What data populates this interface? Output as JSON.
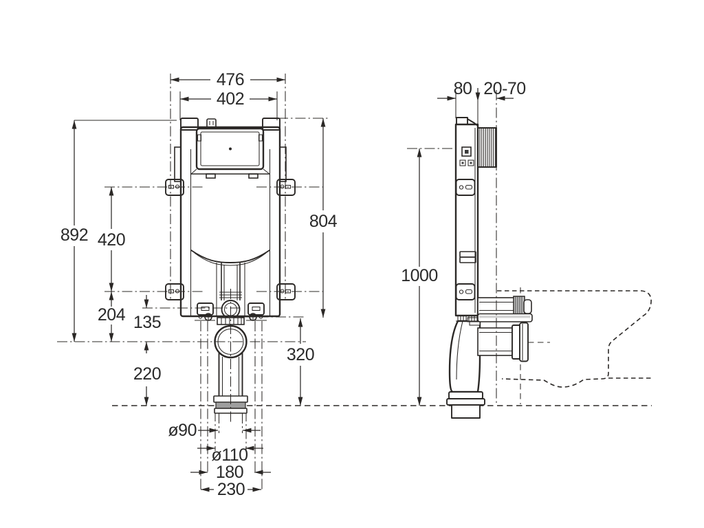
{
  "drawing": {
    "type": "concealed-cistern-installation-drawing",
    "front_view": {
      "dimensions": {
        "overall_width": "476",
        "tab_width": "402",
        "total_height": "892",
        "bracket_span": "420",
        "bracket_to_outlet": "204",
        "foot_to_outlet": "135",
        "outlet_axis_height": "220",
        "frame_height": "804",
        "bottom_clearance": "320",
        "flush_pipe_diameter": "ø90",
        "outlet_pipe_diameter": "ø110",
        "fixing_inner_width": "180",
        "fixing_outer_width": "230"
      }
    },
    "side_view": {
      "dimensions": {
        "frame_depth": "80",
        "finish_adjust_range": "20-70",
        "inlet_height": "1000"
      }
    },
    "colors": {
      "line": "#2b2826",
      "text": "#2a2a2a",
      "corrugation_fill": "#c6c6c6",
      "coupling_band": "#9e9e9e",
      "plate_stripe": "#d2d2d2",
      "background": "#ffffff"
    }
  }
}
